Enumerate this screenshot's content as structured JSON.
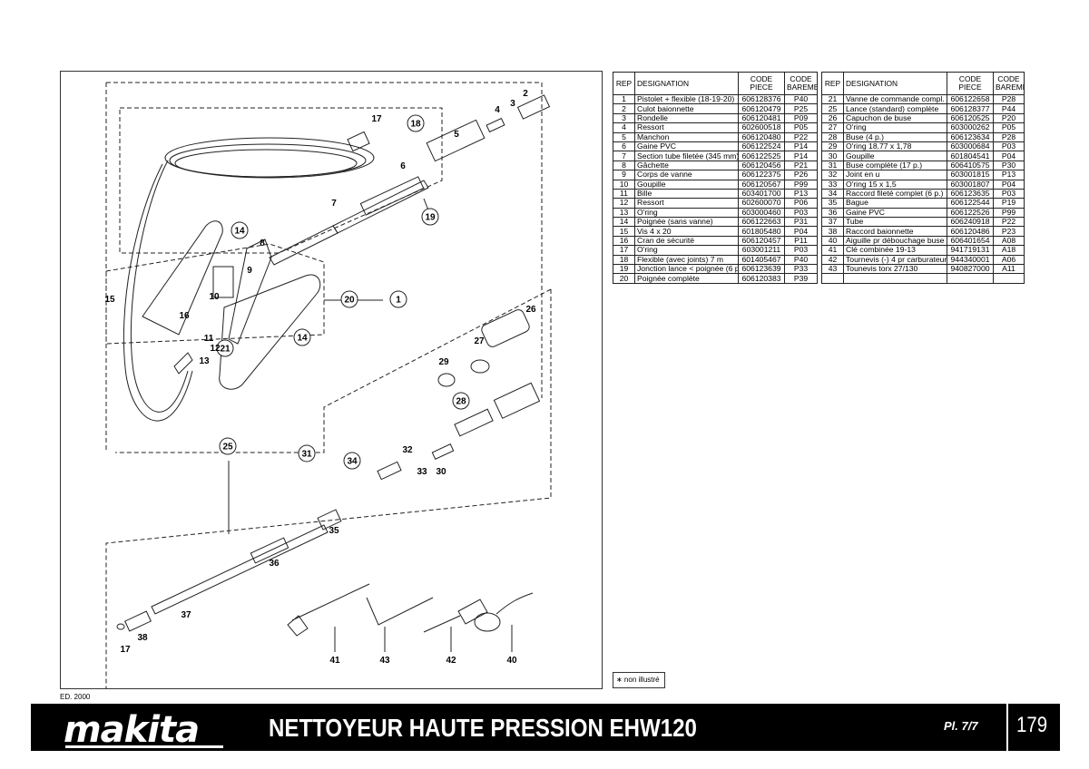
{
  "header": {
    "rep": "REP",
    "designation": "DESIGNATION",
    "code_piece": "CODE PIECE",
    "code_bareme": "CODE BAREME"
  },
  "parts_left": [
    {
      "rep": "1",
      "designation": "Pistolet + flexible (18-19-20)",
      "code": "606128376",
      "bareme": "P40"
    },
    {
      "rep": "2",
      "designation": "Culot baionnette",
      "code": "606120479",
      "bareme": "P25"
    },
    {
      "rep": "3",
      "designation": "Rondelle",
      "code": "606120481",
      "bareme": "P09"
    },
    {
      "rep": "4",
      "designation": "Ressort",
      "code": "602600518",
      "bareme": "P05"
    },
    {
      "rep": "5",
      "designation": "Manchon",
      "code": "606120480",
      "bareme": "P22"
    },
    {
      "rep": "6",
      "designation": "Gaine PVC",
      "code": "606122524",
      "bareme": "P14"
    },
    {
      "rep": "7",
      "designation": "Section tube filetée (345 mm)",
      "code": "606122525",
      "bareme": "P14"
    },
    {
      "rep": "8",
      "designation": "Gâchette",
      "code": "606120456",
      "bareme": "P21"
    },
    {
      "rep": "9",
      "designation": "Corps de vanne",
      "code": "606122375",
      "bareme": "P26"
    },
    {
      "rep": "10",
      "designation": "Goupille",
      "code": "606120567",
      "bareme": "P99"
    },
    {
      "rep": "11",
      "designation": "Bille",
      "code": "603401700",
      "bareme": "P13"
    },
    {
      "rep": "12",
      "designation": "Ressort",
      "code": "602600070",
      "bareme": "P06"
    },
    {
      "rep": "13",
      "designation": "O'ring",
      "code": "603000460",
      "bareme": "P03"
    },
    {
      "rep": "14",
      "designation": "Poignée (sans vanne)",
      "code": "606122663",
      "bareme": "P31"
    },
    {
      "rep": "15",
      "designation": "Vis 4 x 20",
      "code": "601805480",
      "bareme": "P04"
    },
    {
      "rep": "16",
      "designation": "Cran de sécurité",
      "code": "606120457",
      "bareme": "P11"
    },
    {
      "rep": "17",
      "designation": "O'ring",
      "code": "603001211",
      "bareme": "P03"
    },
    {
      "rep": "18",
      "designation": "Flexible (avec joints) 7 m",
      "code": "601405467",
      "bareme": "P40"
    },
    {
      "rep": "19",
      "designation": "Jonction lance < poignée (6 p.)",
      "code": "606123639",
      "bareme": "P33"
    },
    {
      "rep": "20",
      "designation": "Poignée complète",
      "code": "606120383",
      "bareme": "P39"
    }
  ],
  "parts_right": [
    {
      "rep": "21",
      "designation": "Vanne de commande compl.",
      "code": "606122658",
      "bareme": "P28"
    },
    {
      "rep": "25",
      "designation": "Lance (standard) complète",
      "code": "606128377",
      "bareme": "P44"
    },
    {
      "rep": "26",
      "designation": "Capuchon de buse",
      "code": "606120525",
      "bareme": "P20"
    },
    {
      "rep": "27",
      "designation": "O'ring",
      "code": "603000262",
      "bareme": "P05"
    },
    {
      "rep": "28",
      "designation": "Buse (4 p.)",
      "code": "606123634",
      "bareme": "P28"
    },
    {
      "rep": "29",
      "designation": "O'ring 18,77 x 1,78",
      "code": "603000684",
      "bareme": "P03"
    },
    {
      "rep": "30",
      "designation": "Goupille",
      "code": "601804541",
      "bareme": "P04"
    },
    {
      "rep": "31",
      "designation": "Buse complète (17 p.)",
      "code": "606410575",
      "bareme": "P30"
    },
    {
      "rep": "32",
      "designation": "Joint en u",
      "code": "603001815",
      "bareme": "P13"
    },
    {
      "rep": "33",
      "designation": "O'ring 15 x 1,5",
      "code": "603001807",
      "bareme": "P04"
    },
    {
      "rep": "34",
      "designation": "Raccord fileté complet (6 p.)",
      "code": "606123635",
      "bareme": "P03"
    },
    {
      "rep": "35",
      "designation": "Bague",
      "code": "606122544",
      "bareme": "P19"
    },
    {
      "rep": "36",
      "designation": "Gaine PVC",
      "code": "606122526",
      "bareme": "P99"
    },
    {
      "rep": "37",
      "designation": "Tube",
      "code": "606240918",
      "bareme": "P22"
    },
    {
      "rep": "38",
      "designation": "Raccord baionnette",
      "code": "606120486",
      "bareme": "P23"
    },
    {
      "rep": "40",
      "designation": "Aiguille pr débouchage buse",
      "code": "606401654",
      "bareme": "A08"
    },
    {
      "rep": "41",
      "designation": "Clé combinée 19-13",
      "code": "941719131",
      "bareme": "A18"
    },
    {
      "rep": "42",
      "designation": "Tournevis (-) 4 pr carburateur",
      "code": "944340001",
      "bareme": "A06"
    },
    {
      "rep": "43",
      "designation": "Tounevis torx 27/130",
      "code": "940827000",
      "bareme": "A11"
    }
  ],
  "diagram": {
    "callouts_circled": [
      "18",
      "19",
      "14",
      "20",
      "1",
      "14",
      "21",
      "28",
      "25",
      "31",
      "34"
    ],
    "callouts_plain": [
      "2",
      "3",
      "4",
      "5",
      "6",
      "7",
      "8",
      "9",
      "10",
      "11",
      "12",
      "13",
      "15",
      "16",
      "17",
      "26",
      "27",
      "29",
      "32",
      "33",
      "30",
      "35",
      "36",
      "37",
      "38",
      "17",
      "41",
      "43",
      "42",
      "40"
    ]
  },
  "edition": "ED. 2000",
  "note": "∗ non illustré",
  "footer": {
    "brand": "makita",
    "title": "NETTOYEUR HAUTE PRESSION EHW120",
    "plate": "Pl. 7/7",
    "page": "179"
  }
}
